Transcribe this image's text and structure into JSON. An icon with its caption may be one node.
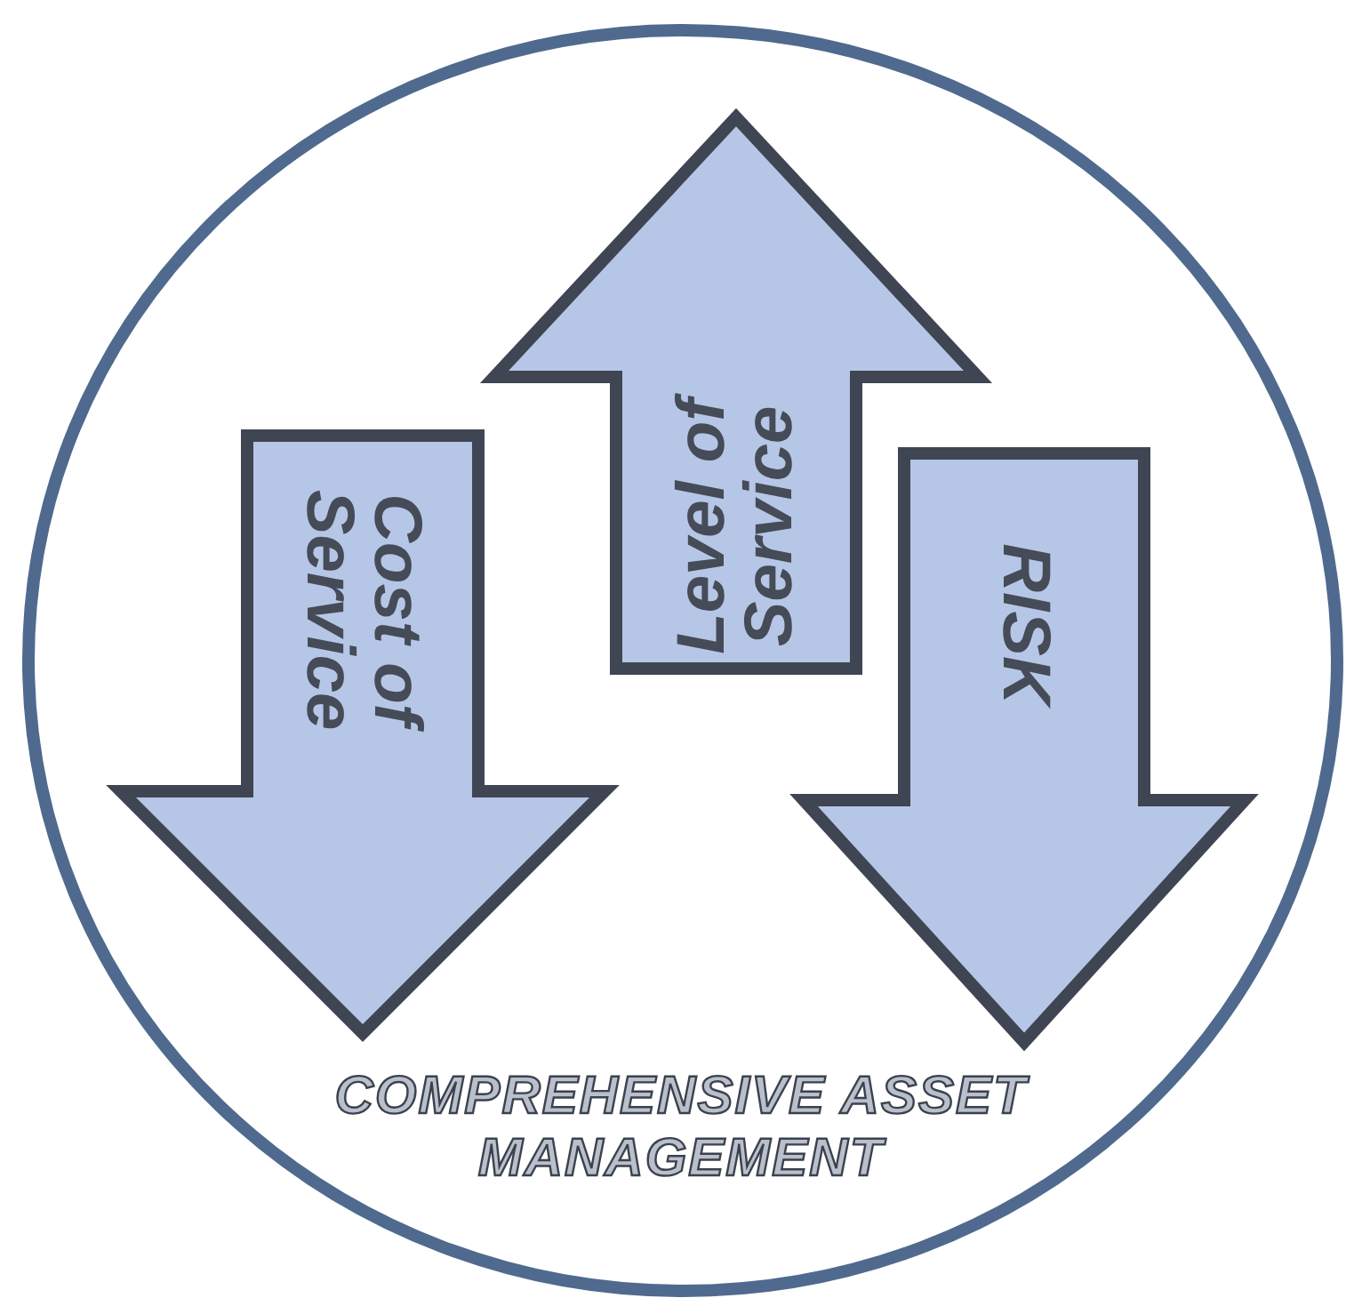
{
  "diagram": {
    "nodes": [
      {
        "text": [
          "COMPREHENSIVE ASSET MANAGEMENT"
        ]
      },
      {
        "text": [
          "Cost of Service"
        ],
        "in": 0
      },
      {
        "text": [
          "Level of Service"
        ],
        "in": 0
      },
      {
        "text": [
          "RISK"
        ],
        "in": 0
      }
    ]
  }
}
